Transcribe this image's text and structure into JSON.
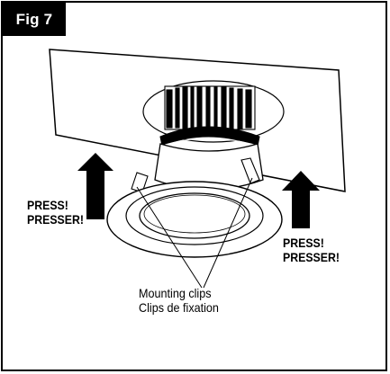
{
  "figure": {
    "tag": "Fig 7"
  },
  "labels": {
    "press_left": [
      "PRESS!",
      "PRESSER!"
    ],
    "press_right": [
      "PRESS!",
      "PRESSER!"
    ],
    "mounting": [
      "Mounting clips",
      "Clips de fixation"
    ]
  },
  "colors": {
    "ink": "#000000",
    "paper": "#ffffff"
  }
}
